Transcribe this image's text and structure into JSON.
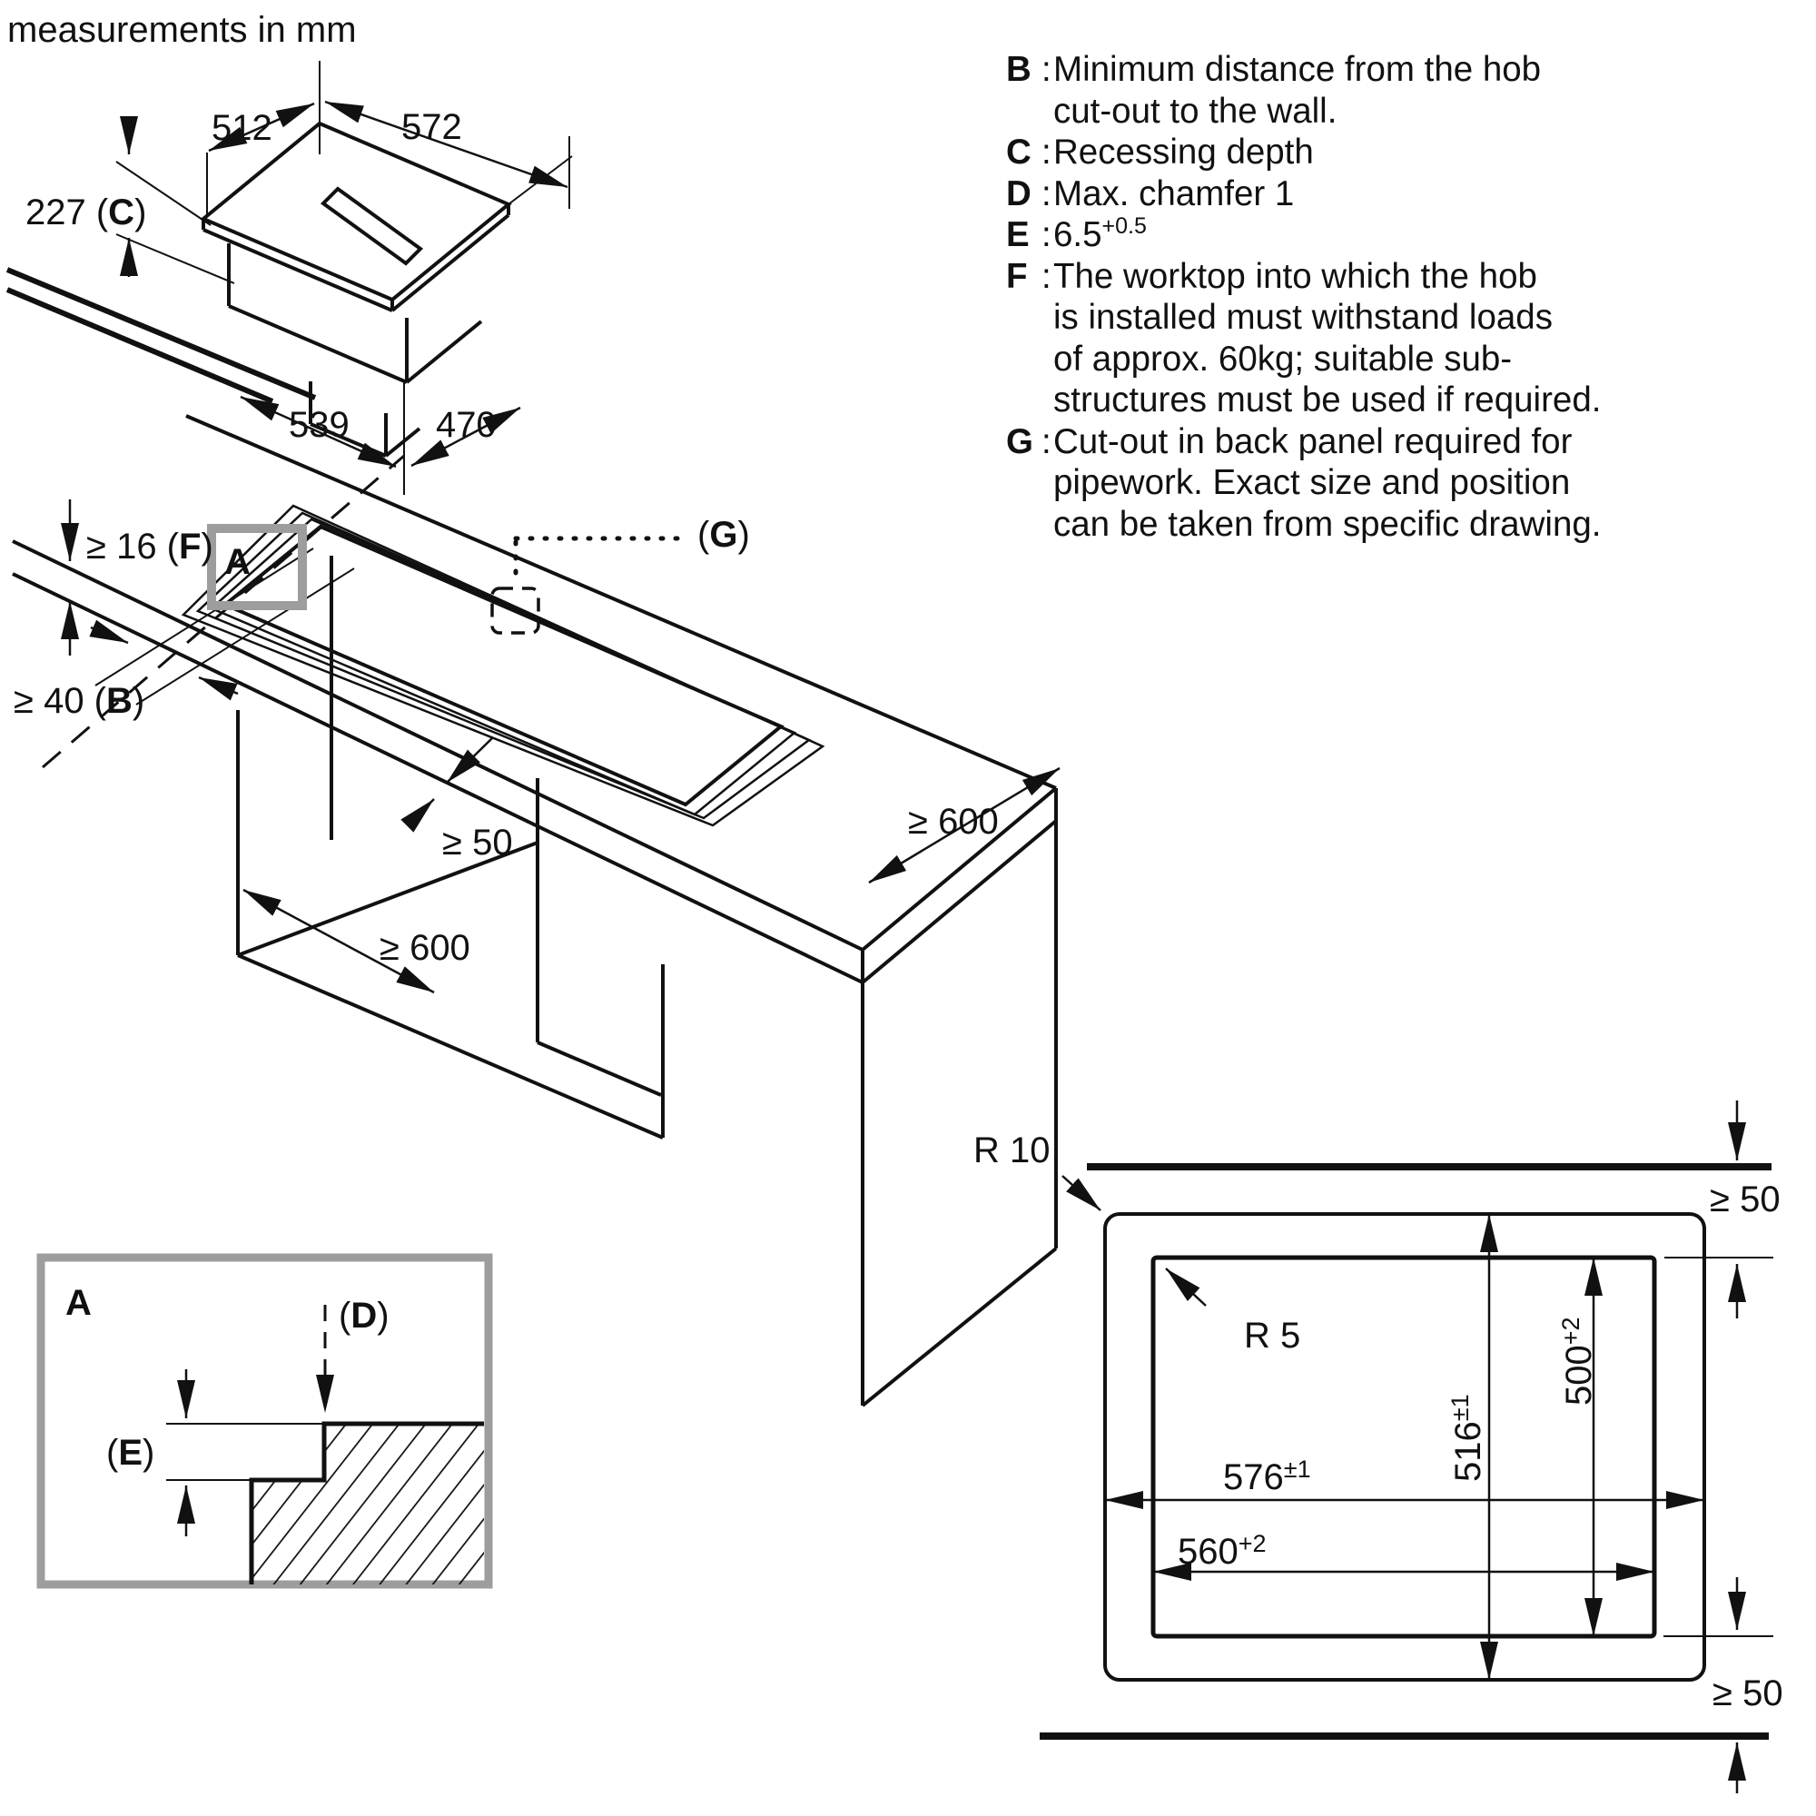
{
  "title": "measurements in mm",
  "iso_hob": {
    "w_back": "512",
    "w_front": "572",
    "depth_pre": "227 (",
    "depth_letter": "C",
    "depth_post": ")",
    "base_left": "539",
    "base_right": "470"
  },
  "iso_scene": {
    "f_pre": "≥ 16 (",
    "f_letter": "F",
    "f_post": ")",
    "b_pre": "≥ 40 (",
    "b_letter": "B",
    "b_post": ")",
    "a_label": "A",
    "g_pre": "(",
    "g_letter": "G",
    "g_post": ")",
    "gap50": "≥ 50",
    "w600_left": "≥ 600",
    "w600_right": "≥ 600"
  },
  "detail_a": {
    "a_label": "A",
    "d_pre": "(",
    "d_letter": "D",
    "d_post": ")",
    "e_pre": "(",
    "e_letter": "E",
    "e_post": ")"
  },
  "cutout": {
    "r10": "R 10",
    "r5": "R 5",
    "w_outer": "576",
    "w_outer_sup": "±1",
    "w_inner": "560",
    "w_inner_sup": "+2",
    "h_outer": "516",
    "h_outer_sup": "±1",
    "h_inner": "500",
    "h_inner_sup": "+2",
    "gap_top": "≥ 50",
    "gap_bottom": "≥ 50"
  },
  "legend": {
    "colon": ":",
    "rows": [
      {
        "key": "B",
        "lines": [
          "Minimum distance from the hob",
          "cut-out to the wall."
        ]
      },
      {
        "key": "C",
        "lines": [
          "Recessing depth"
        ]
      },
      {
        "key": "D",
        "lines": [
          "Max. chamfer 1"
        ]
      },
      {
        "key": "E",
        "lines": [
          "6.5"
        ],
        "sup": "+0.5"
      },
      {
        "key": "F",
        "lines": [
          "The worktop into which the hob",
          "is installed must withstand loads",
          "of approx. 60kg; suitable sub-",
          "structures must be used if required."
        ]
      },
      {
        "key": "G",
        "lines": [
          "Cut-out in back panel required for",
          "pipework. Exact size and position",
          "can be taken from specific drawing."
        ]
      }
    ]
  }
}
